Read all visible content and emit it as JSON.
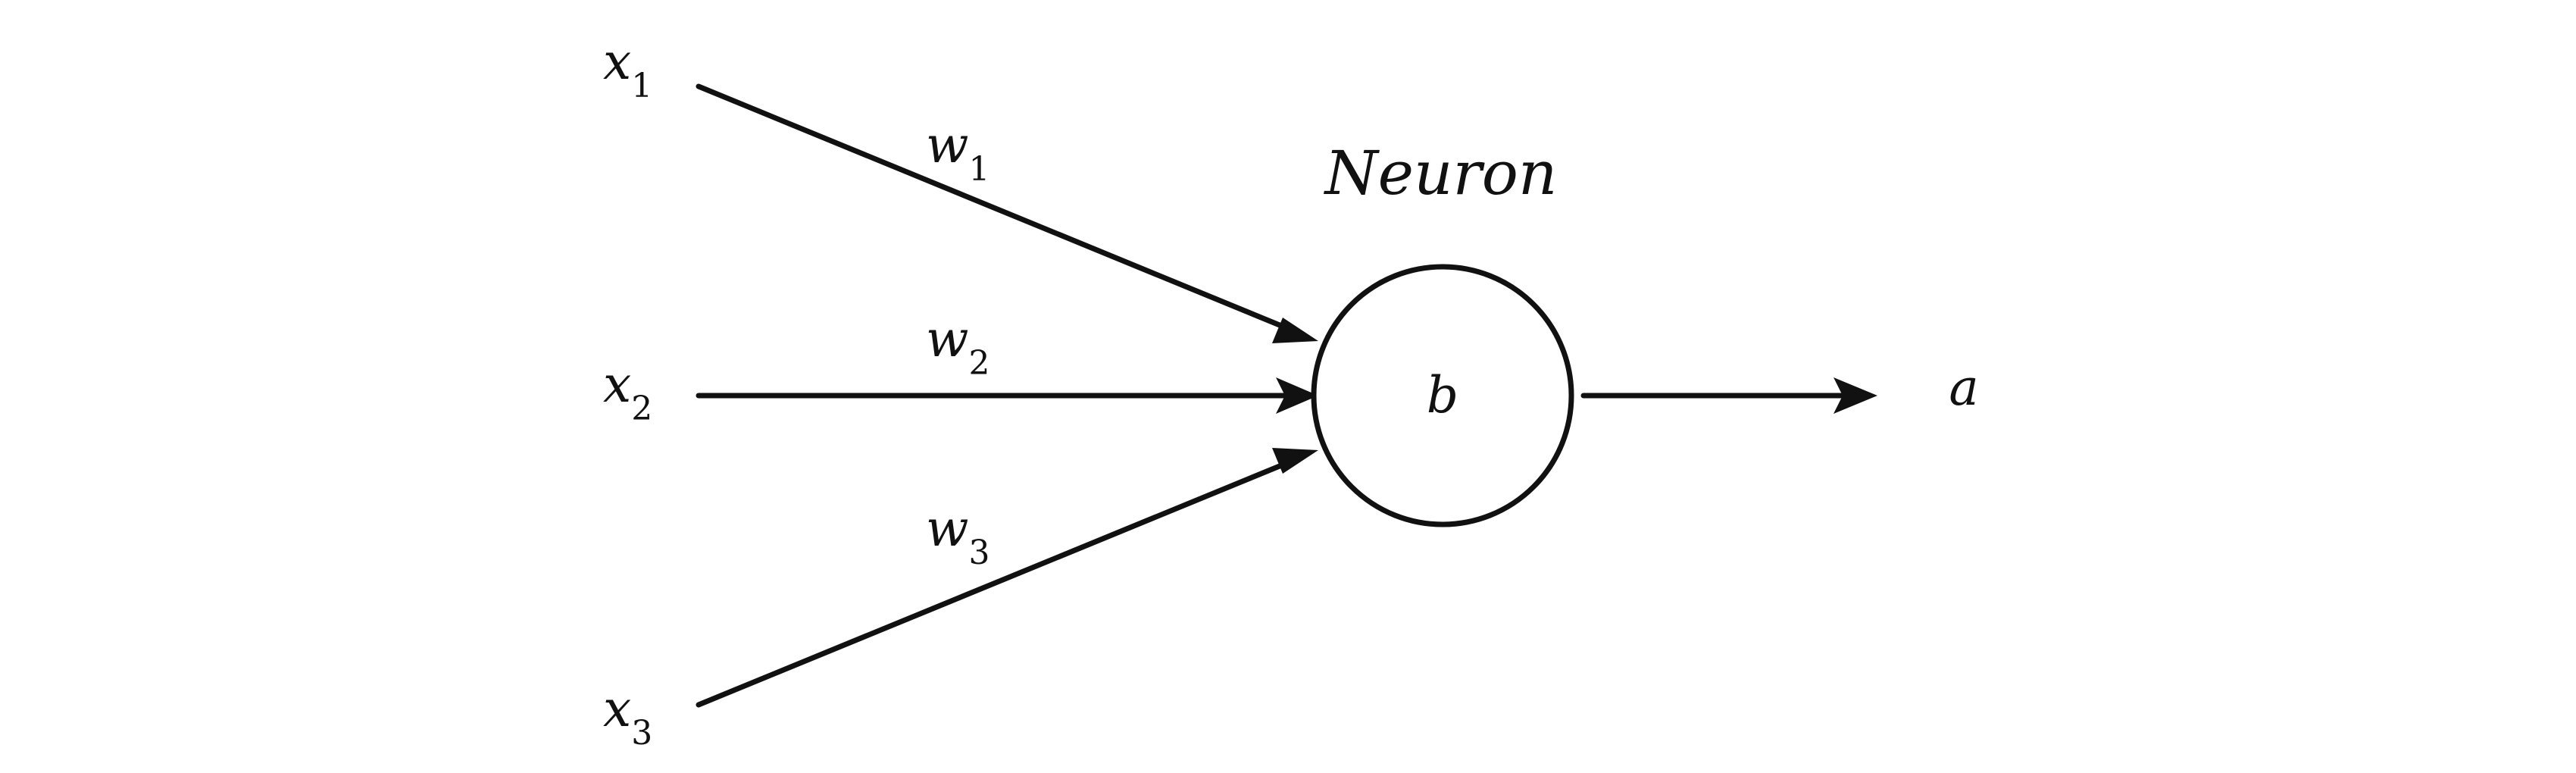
{
  "diagram": {
    "title": "Neuron",
    "bias": "b",
    "output": "a",
    "inputs": [
      {
        "var": "x",
        "sub": "1"
      },
      {
        "var": "x",
        "sub": "2"
      },
      {
        "var": "x",
        "sub": "3"
      }
    ],
    "weights": [
      {
        "var": "w",
        "sub": "1"
      },
      {
        "var": "w",
        "sub": "2"
      },
      {
        "var": "w",
        "sub": "3"
      }
    ],
    "colors": {
      "ink": "#111111",
      "background": "#ffffff"
    }
  }
}
